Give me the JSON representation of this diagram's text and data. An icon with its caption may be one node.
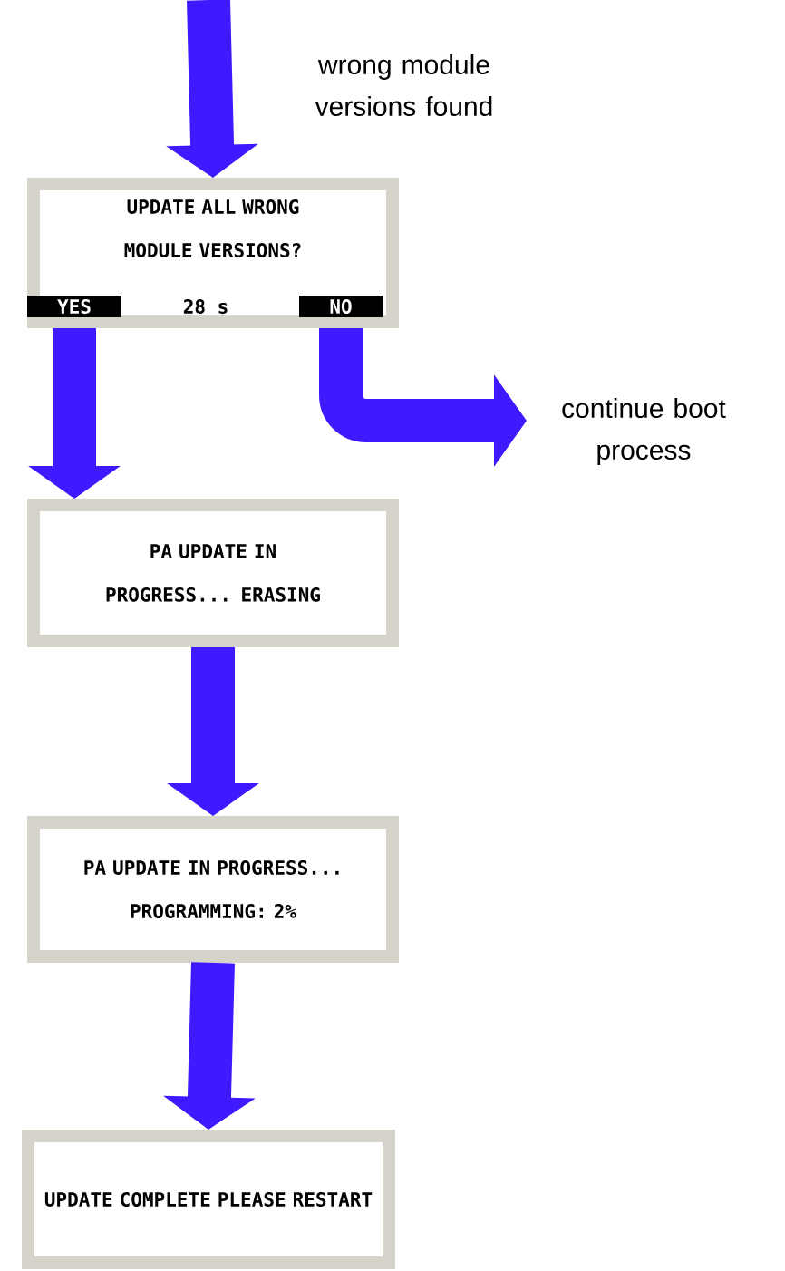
{
  "diagram": {
    "nodes": [
      {
        "text": [
          "UPDATE ALL WRONG MODULE VERSIONS?",
          "28 s"
        ]
      },
      {
        "text": [
          "YES"
        ],
        "in": 0
      },
      {
        "text": [
          "NO"
        ],
        "in": 0
      },
      {
        "text": [
          "continue boot process"
        ]
      },
      {
        "text": [
          "PA UPDATE IN PROGRESS... ERASING"
        ]
      },
      {
        "text": [
          "PA UPDATE IN PROGRESS... PROGRAMMING: 2%"
        ]
      },
      {
        "text": [
          "UPDATE COMPLETE PLEASE RESTART"
        ]
      }
    ],
    "edges": [
      {
        "from": null,
        "to": 0,
        "arrow": "to",
        "label": "wrong module versions found"
      },
      {
        "from": 1,
        "to": 4,
        "arrow": "to"
      },
      {
        "from": 2,
        "to": 3,
        "arrow": "to"
      },
      {
        "from": 4,
        "to": 5,
        "arrow": "to"
      },
      {
        "from": 5,
        "to": 6,
        "arrow": "to"
      }
    ]
  }
}
